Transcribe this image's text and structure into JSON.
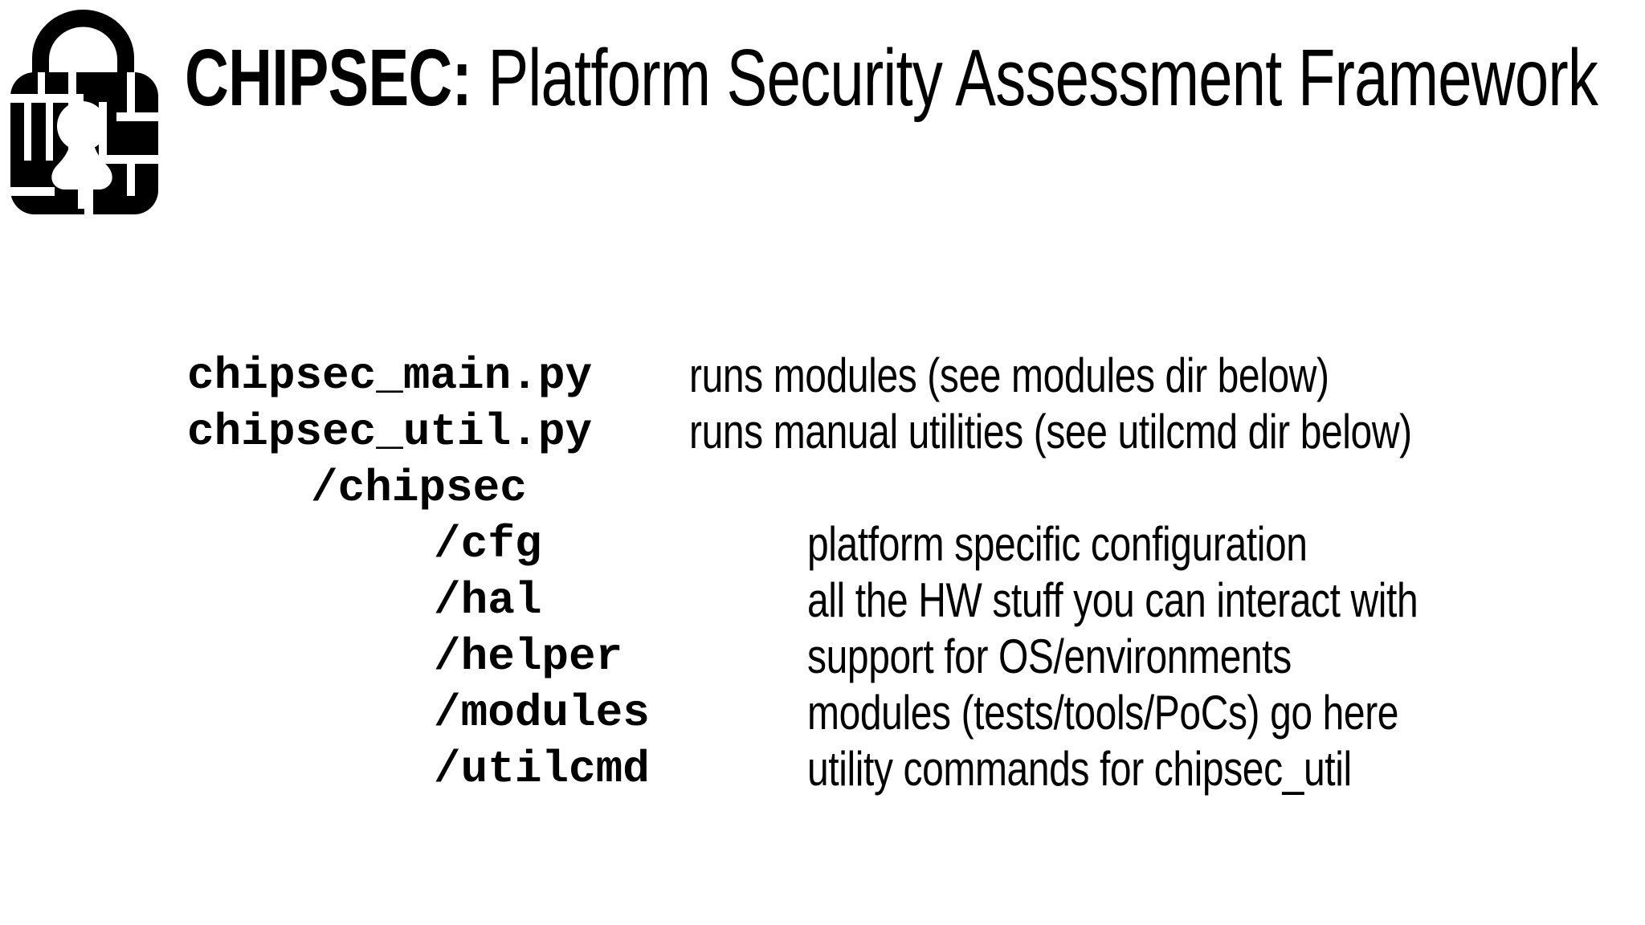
{
  "title": {
    "brand": "CHIPSEC:",
    "subtitle": "Platform Security Assessment Framework"
  },
  "logo": {
    "name": "chipsec-jail-lock-logo",
    "color": "#000000"
  },
  "listing": {
    "rows": [
      {
        "path": "chipsec_main.py",
        "desc": "runs modules (see modules dir below)",
        "level": 0
      },
      {
        "path": "chipsec_util.py",
        "desc": "runs manual utilities (see utilcmd dir below)",
        "level": 0
      },
      {
        "path": "/chipsec",
        "desc": "",
        "level": 1
      },
      {
        "path": "/cfg",
        "desc": "platform specific configuration",
        "level": 2
      },
      {
        "path": "/hal",
        "desc": "all the HW stuff you can interact with",
        "level": 2
      },
      {
        "path": "/helper",
        "desc": "support for OS/environments",
        "level": 2
      },
      {
        "path": "/modules",
        "desc": "modules (tests/tools/PoCs) go here",
        "level": 2
      },
      {
        "path": "/utilcmd",
        "desc": "utility commands for chipsec_util",
        "level": 2
      }
    ]
  },
  "colors": {
    "foreground": "#000000",
    "background": "#ffffff"
  }
}
